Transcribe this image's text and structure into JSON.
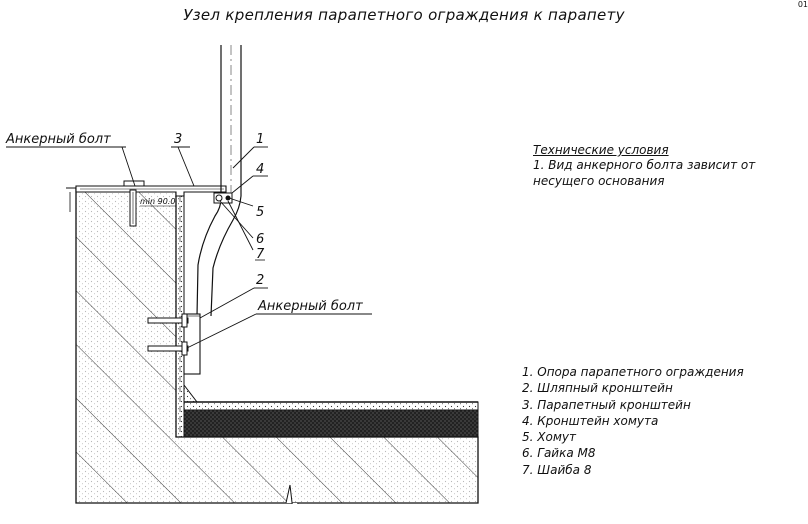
{
  "title": "Узел крепления парапетного ограждения к парапету",
  "corner_label": "01",
  "callouts": {
    "anchor_bolt_top": "Анкерный болт",
    "anchor_bolt_mid": "Анкерный болт",
    "n1": "1",
    "n2": "2",
    "n3": "3",
    "n4": "4",
    "n5": "5",
    "n6": "6",
    "n7": "7",
    "dim": "min 90.0"
  },
  "tech": {
    "heading": "Технические условия",
    "line1": "1. Вид анкерного болта зависит от",
    "line2": "несущего основания"
  },
  "legend": [
    "1.  Опора парапетного ограждения",
    "2.  Шляпный кронштейн",
    "3.  Парапетный кронштейн",
    "4.  Кронштейн хомута",
    "5.  Хомут",
    "6.  Гайка М8",
    "7.  Шайба 8"
  ]
}
